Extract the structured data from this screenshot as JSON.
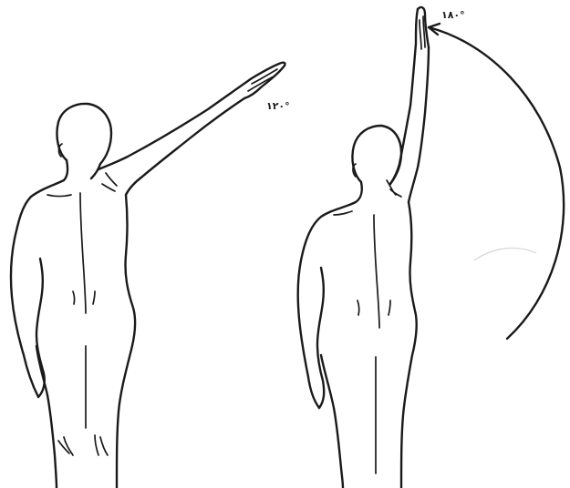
{
  "figures": [
    {
      "id": "left-figure",
      "angle_label": "١٢٠°"
    },
    {
      "id": "right-figure",
      "angle_label": "١٨٠°"
    }
  ],
  "colors": {
    "ink": "#1a1a1a",
    "background": "#ffffff"
  }
}
